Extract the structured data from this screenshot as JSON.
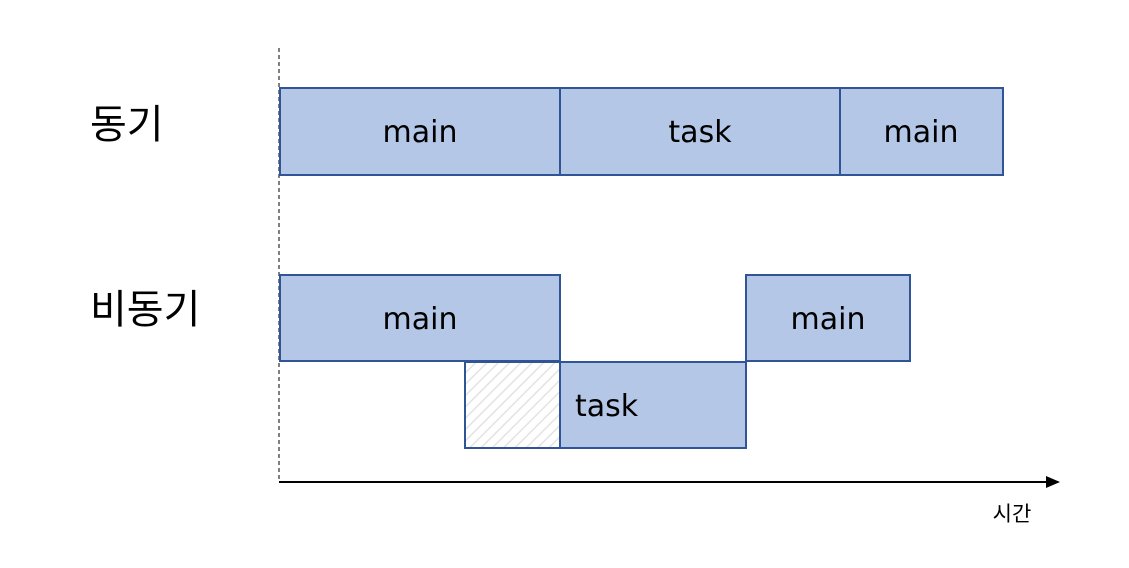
{
  "rows": {
    "sync_label": "동기",
    "async_label": "비동기"
  },
  "sync_blocks": {
    "main_1": "main",
    "task": "task",
    "main_2": "main"
  },
  "async_blocks": {
    "main_1": "main",
    "task": "task",
    "main_2": "main"
  },
  "axis": {
    "label": "시간"
  },
  "colors": {
    "block_fill": "#b4c7e7",
    "block_border": "#2f5597",
    "axis": "#000000"
  }
}
